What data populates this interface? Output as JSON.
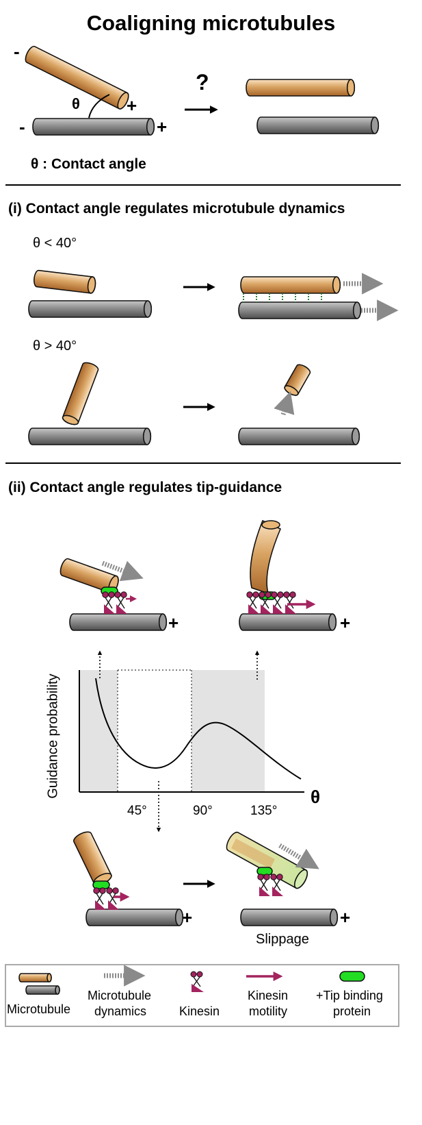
{
  "title": "Coaligning microtubules",
  "intro": {
    "theta_symbol": "θ",
    "minus": "-",
    "plus": "+",
    "question": "?",
    "definition": "θ : Contact angle"
  },
  "section_i": {
    "heading": "(i) Contact angle regulates microtubule dynamics",
    "cond_low": "θ < 40°",
    "cond_high": "θ > 40°"
  },
  "section_ii": {
    "heading": "(ii) Contact angle regulates tip-guidance",
    "plus": "+",
    "slippage": "Slippage"
  },
  "chart_data": {
    "type": "line",
    "ylabel": "Guidance probability",
    "xlabel": "θ",
    "x_ticks": [
      "45°",
      "90°",
      "135°"
    ],
    "curve": "qualitative: high at small angles, minimum near 45°, local maximum near 100°, decreasing toward ~160°",
    "shaded_regions": "low angles (up to ~35°) and ~80°–135°"
  },
  "legend": {
    "microtubule": "Microtubule",
    "dynamics_line1": "Microtubule",
    "dynamics_line2": "dynamics",
    "kinesin": "Kinesin",
    "motility_line1": "Kinesin",
    "motility_line2": "motility",
    "tip_line1": "+Tip binding",
    "tip_line2": "protein"
  },
  "colors": {
    "microtubule_orange": "#c98a40",
    "microtubule_gray": "#7d7d7d",
    "kinesin": "#a3245f",
    "tip_protein": "#22dd22",
    "dynamics_arrow": "#8a8a8a",
    "shade": "#e3e3e3"
  }
}
